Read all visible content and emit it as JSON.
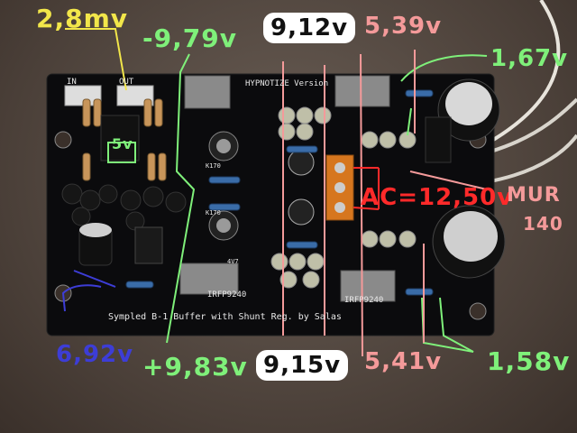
{
  "photo": {
    "board_silkscreen": {
      "title": "Sympled B-1 Buffer with Shunt Reg. by Salas",
      "version": "HYPNOTIZE Version",
      "in_label": "IN",
      "out_label": "OUT",
      "mosfet_left": "IRFP9240",
      "mosfet_right": "IRFP9240",
      "ref_k170_a": "K170",
      "ref_k170_b": "K170",
      "ref_4v7": "4V7"
    },
    "annotations": {
      "v_2_8mv": "2,8mv",
      "v_5v": "5v",
      "v_neg_9_79": "-9,79v",
      "v_9_12": "9,12v",
      "v_5_39": "5,39v",
      "v_1_67": "1,67v",
      "v_ac": "AC=12,50v",
      "mur": "MUR",
      "mur_num": "140",
      "v_6_92": "6,92v",
      "v_pos_9_83": "+9,83v",
      "v_9_15": "9,15v",
      "v_5_41": "5,41v",
      "v_1_58": "1,58v"
    },
    "colors": {
      "yellow": "#f2e64a",
      "green": "#7ff07a",
      "pink": "#f49a9a",
      "red": "#ff2a2a",
      "blue": "#3d3dd6",
      "pcb": "#0c0c0e",
      "background": "#4f443d"
    }
  }
}
